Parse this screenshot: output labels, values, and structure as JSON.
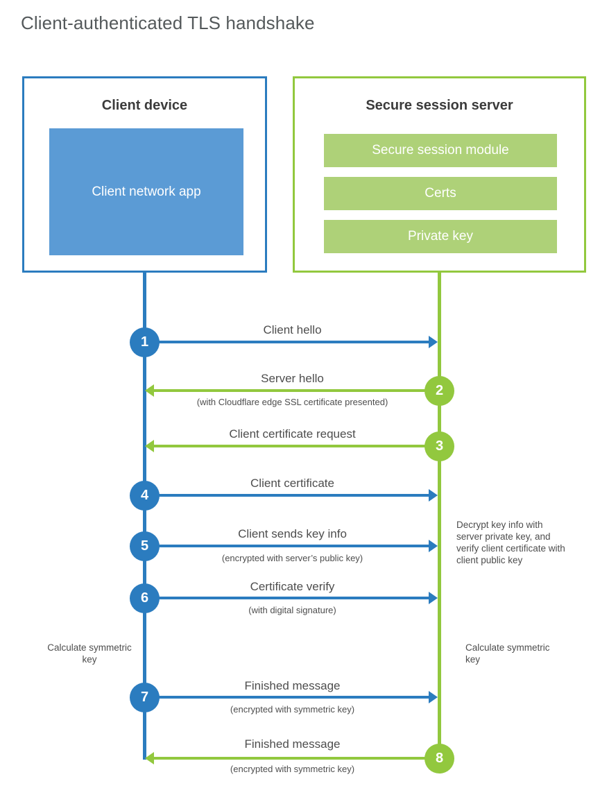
{
  "title": "Client-authenticated TLS handshake",
  "colors": {
    "client_blue": "#2b7cbf",
    "client_app_blue": "#5b9bd5",
    "server_green": "#92c83e",
    "server_bar_green": "#aed178",
    "text_gray": "#4d4d4d",
    "title_gray": "#54595b"
  },
  "parties": {
    "client": {
      "title": "Client device",
      "app_label": "Client network app"
    },
    "server": {
      "title": "Secure session server",
      "bars": [
        "Secure session module",
        "Certs",
        "Private key"
      ]
    }
  },
  "steps": [
    {
      "number": "1",
      "label": "Client hello",
      "sub": "",
      "direction": "client-to-server",
      "color": "blue"
    },
    {
      "number": "2",
      "label": "Server hello",
      "sub": "(with Cloudflare edge SSL certificate presented)",
      "direction": "server-to-client",
      "color": "green"
    },
    {
      "number": "3",
      "label": "Client certificate request",
      "sub": "",
      "direction": "server-to-client",
      "color": "green"
    },
    {
      "number": "4",
      "label": "Client certificate",
      "sub": "",
      "direction": "client-to-server",
      "color": "blue"
    },
    {
      "number": "5",
      "label": "Client sends key info",
      "sub": "(encrypted with server’s public key)",
      "direction": "client-to-server",
      "color": "blue"
    },
    {
      "number": "6",
      "label": "Certificate verify",
      "sub": "(with digital signature)",
      "direction": "client-to-server",
      "color": "blue"
    },
    {
      "number": "7",
      "label": "Finished message",
      "sub": "(encrypted with symmetric key)",
      "direction": "client-to-server",
      "color": "blue"
    },
    {
      "number": "8",
      "label": "Finished message",
      "sub": "(encrypted with symmetric key)",
      "direction": "server-to-client",
      "color": "green"
    }
  ],
  "notes": {
    "server_decrypt": "Decrypt key info with server private key, and verify client certificate with client public key",
    "client_calculate": "Calculate symmetric key",
    "server_calculate": "Calculate symmetric key"
  }
}
